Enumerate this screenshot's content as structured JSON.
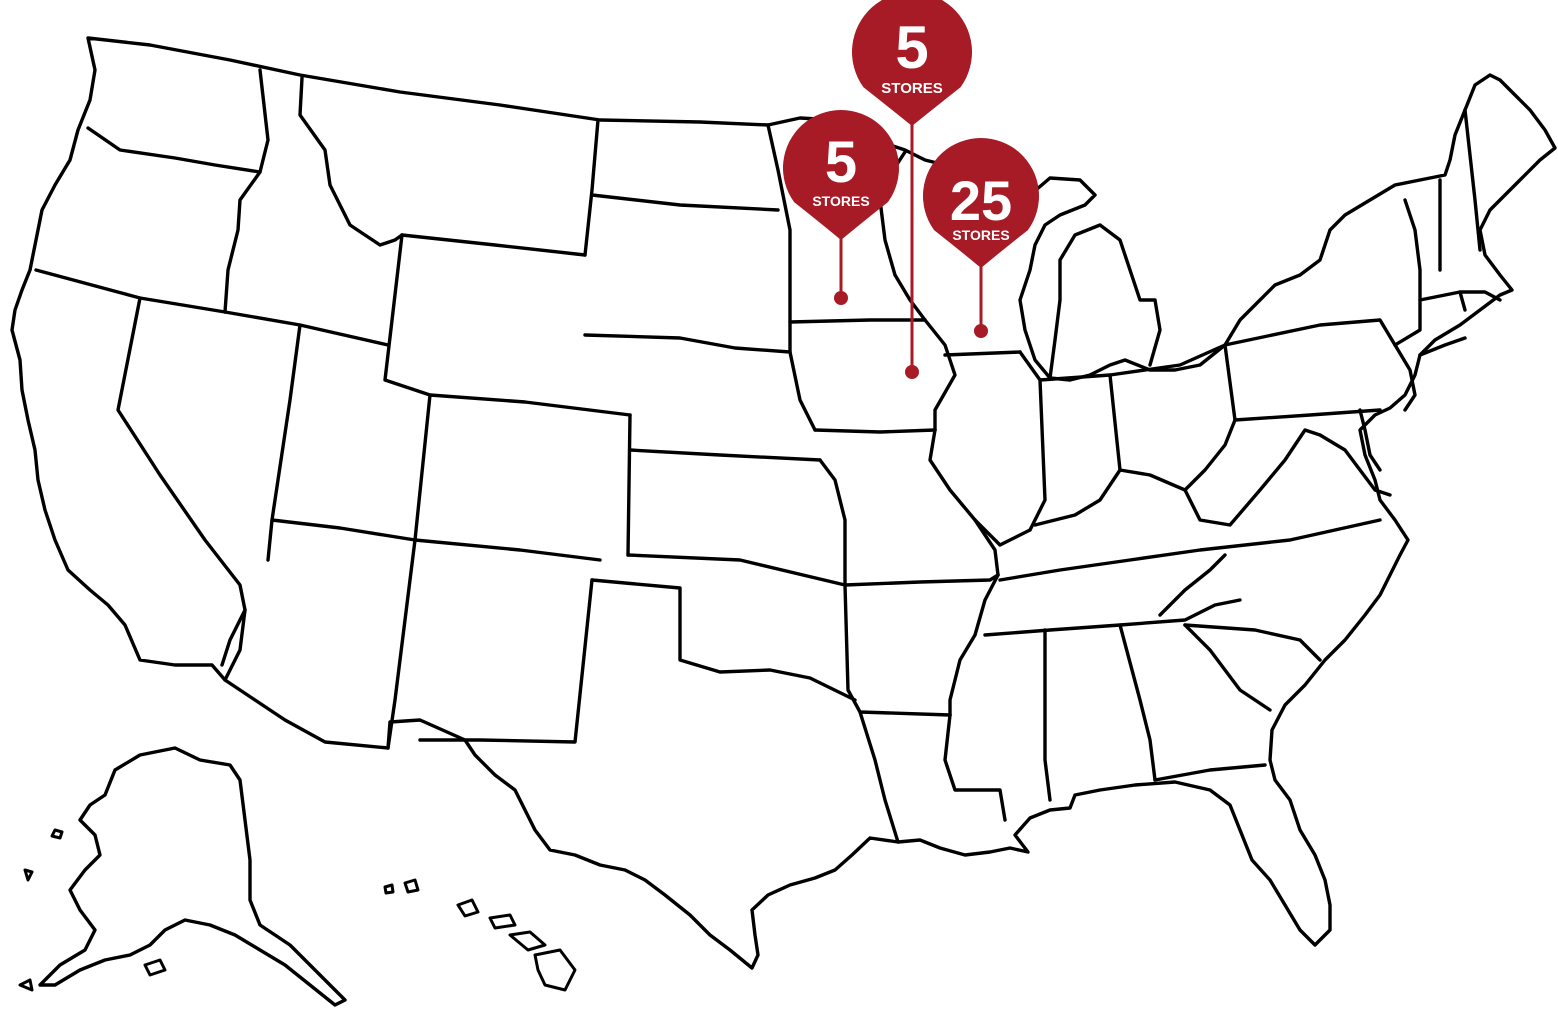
{
  "pins": [
    {
      "id": "minnesota",
      "count": "5",
      "label": "STORES",
      "color": "#a61b26"
    },
    {
      "id": "iowa",
      "count": "5",
      "label": "STORES",
      "color": "#a61b26"
    },
    {
      "id": "wisconsin",
      "count": "25",
      "label": "STORES",
      "color": "#a61b26"
    }
  ]
}
